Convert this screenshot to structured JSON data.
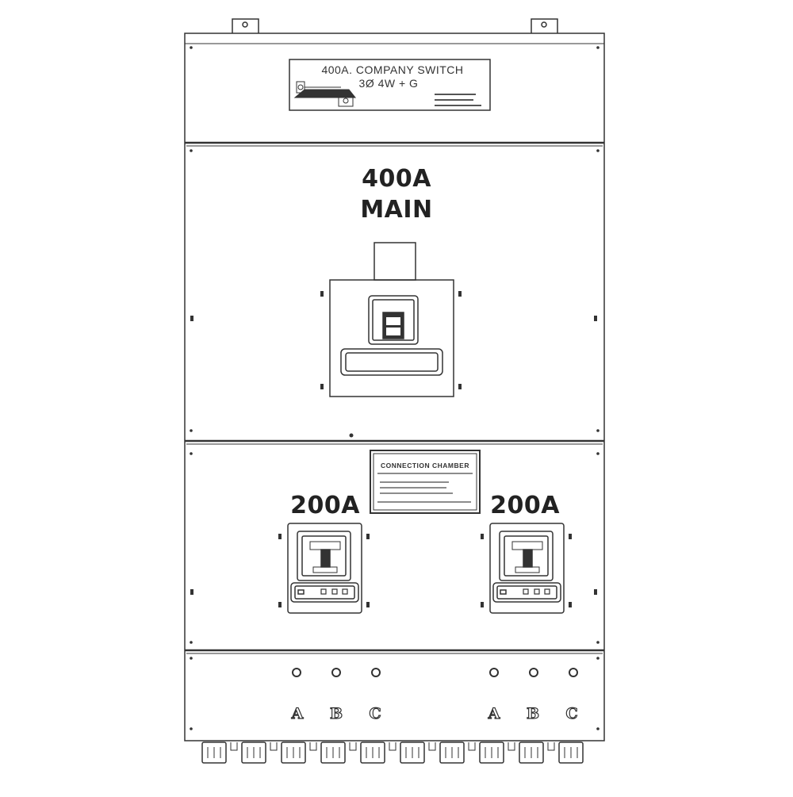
{
  "company_switch": {
    "title": "400A. COMPANY SWITCH",
    "spec": "3Ø  4W + G"
  },
  "main_breaker": {
    "amps": "400A",
    "label": "MAIN"
  },
  "connection_chamber": {
    "title": "CONNECTION CHAMBER"
  },
  "feeder_left": {
    "amps": "200A"
  },
  "feeder_right": {
    "amps": "200A"
  },
  "phases_left": [
    "A",
    "B",
    "C"
  ],
  "phases_right": [
    "A",
    "B",
    "C"
  ],
  "colors": {
    "line": "#333333",
    "fill": "#ffffff"
  }
}
